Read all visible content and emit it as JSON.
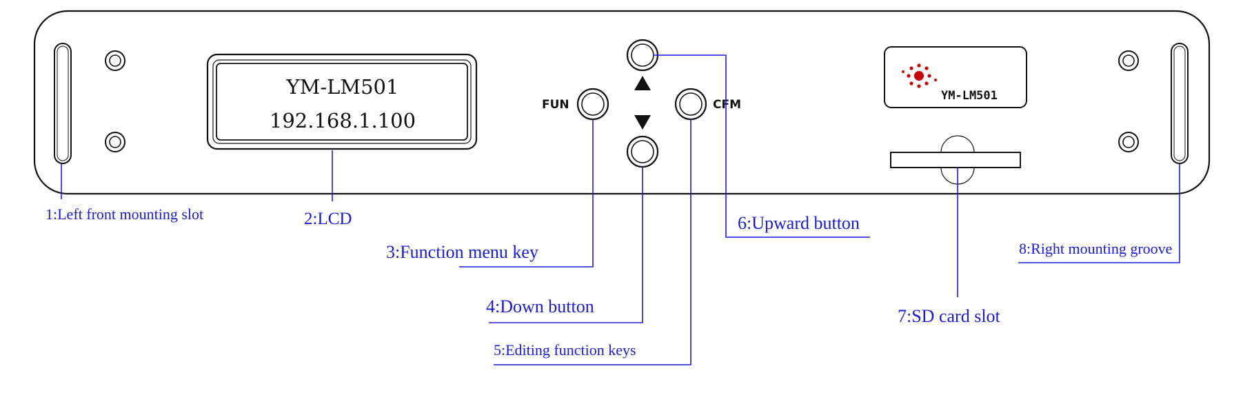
{
  "device": {
    "lcd_line1": "YM-LM501",
    "lcd_line2": "192.168.1.100",
    "fun_label": "FUN",
    "cfm_label": "CFM",
    "brand_text": "YM-LM501"
  },
  "callouts": [
    {
      "id": 1,
      "text": "1:Left front mounting slot"
    },
    {
      "id": 2,
      "text": "2:LCD"
    },
    {
      "id": 3,
      "text": "3:Function menu key"
    },
    {
      "id": 4,
      "text": "4:Down button"
    },
    {
      "id": 5,
      "text": "5:Editing function keys"
    },
    {
      "id": 6,
      "text": "6:Upward button"
    },
    {
      "id": 7,
      "text": "7:SD card slot"
    },
    {
      "id": 8,
      "text": "8:Right mounting groove"
    }
  ],
  "colors": {
    "callout": "#1a1adc",
    "outline": "#111111",
    "logo": "#c8000a"
  },
  "icons": {
    "up": "triangle-up-icon",
    "down": "triangle-down-icon",
    "logo": "starburst-logo-icon"
  }
}
